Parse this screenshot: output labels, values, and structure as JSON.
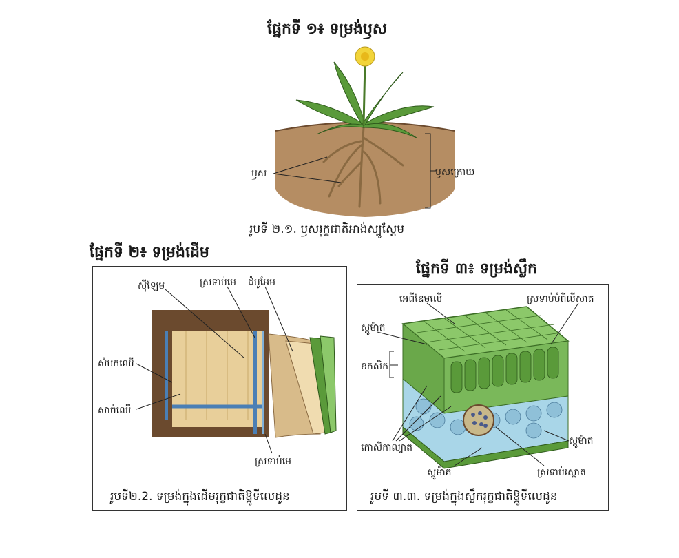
{
  "section1": {
    "title": "ផ្នែកទី ១៖ ទម្រង់ឫស",
    "label_root": "ឫស",
    "label_underground": "ឫសក្រោយ",
    "caption": "រូបទី ២.១. ឫសរុក្ខជាតិអាង់ស្បូស្តែម"
  },
  "section2": {
    "title": "ផ្នែកទី ២៖ ទម្រង់ដើម",
    "label_xylem": "ស៊ីឡែម",
    "label_cambium_top": "ស្រទាប់មេ",
    "label_bark": "ដំបូអែម",
    "label_bark_side": "សំបកឈើ",
    "label_wood": "សាច់ឈើ",
    "label_cambium_bottom": "ស្រទាប់មេ",
    "caption": "រូបទី២.2. ទម្រង់ក្នុងដើមរុក្ខជាតិឱ្កូទីលេដូន"
  },
  "section3": {
    "title": "ផ្នែកទី ៣៖ ទម្រង់ស្លឹក",
    "label_upper_epidermis": "អេពីឌែមលើ",
    "label_palisade": "ស្រទាប់បំពីលីសាត",
    "label_stomata_top": "ស្តូម៉ាត",
    "label_cells": "ខកសិក",
    "label_chloroplast": "កោសិកាល្បាត",
    "label_stomata_right": "ស្តូម៉ាត",
    "label_stomata_bottom": "ស្តូម៉ាត",
    "label_spongy": "ស្រទាប់ស្តោត",
    "caption": "រូបទី ៣.៣. ទម្រង់ក្នុងស្លឹករុក្ខជាតិឱ្កូទីលេដូន"
  },
  "colors": {
    "soil": "#b58d63",
    "leaf_green": "#5a9a3a",
    "flower_yellow": "#f2d43a",
    "bark": "#6b4a2e",
    "wood": "#e8cf9a",
    "xylem_blue": "#4a7fb5",
    "leaf_cell": "#8cc86a",
    "spongy_blue": "#a9d6e8"
  }
}
